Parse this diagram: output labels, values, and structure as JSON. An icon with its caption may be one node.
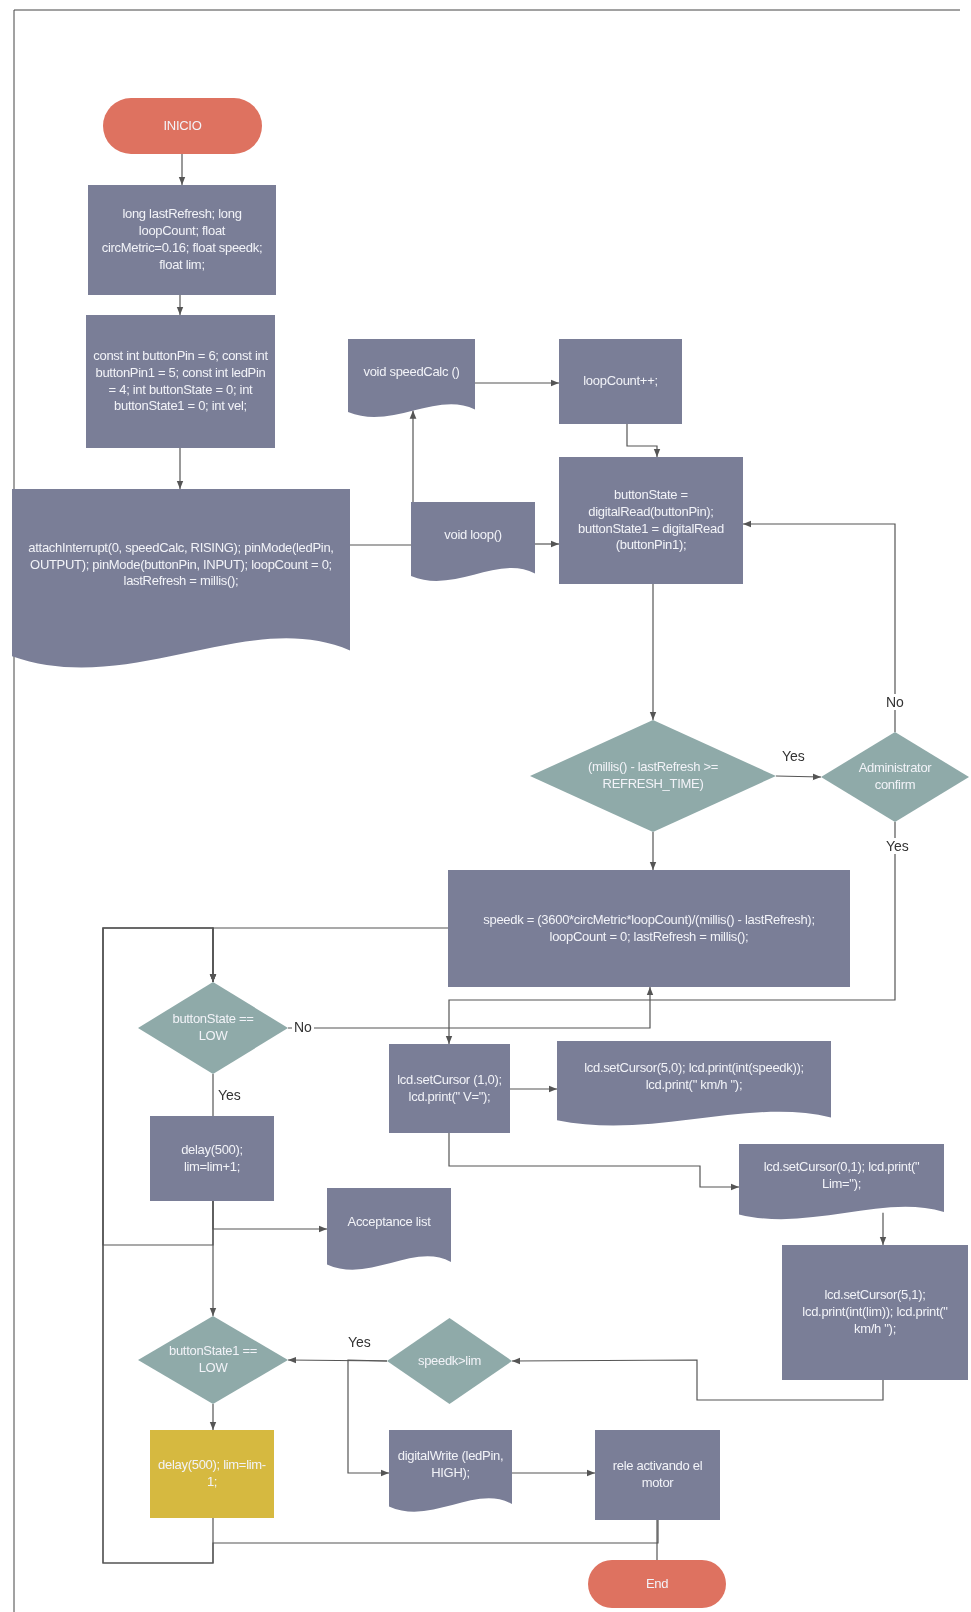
{
  "diagram": {
    "nodes": [
      {
        "text": [
          "INICIO"
        ]
      },
      {
        "text": [
          "long lastRefresh; long loopCount; float circMetric=0.16; float speedk; float lim;"
        ]
      },
      {
        "text": [
          "const int buttonPin = 6; const int buttonPin1 = 5; const int ledPin = 4; int buttonState = 0; int buttonState1 = 0; int vel;"
        ]
      },
      {
        "text": [
          "attachInterrupt(0, speedCalc, RISING); pinMode(ledPin, OUTPUT); pinMode(buttonPin, INPUT); loopCount = 0; lastRefresh = millis();"
        ]
      },
      {
        "text": [
          "void speedCalc ()"
        ]
      },
      {
        "text": [
          "loopCount++;"
        ]
      },
      {
        "text": [
          "void loop()"
        ]
      },
      {
        "text": [
          "buttonState = digitalRead(buttonPin); buttonState1 = digitalRead (buttonPin1);"
        ]
      },
      {
        "text": [
          "(millis() - lastRefresh >= REFRESH_TIME)"
        ]
      },
      {
        "text": [
          "Administrator confirm"
        ]
      },
      {
        "text": [
          "speedk = (3600*circMetric*loopCount)/(millis() - lastRefresh); loopCount = 0; lastRefresh = millis();"
        ]
      },
      {
        "text": [
          "buttonState == LOW"
        ]
      },
      {
        "text": [
          "lcd.setCursor (1,0); lcd.print(\" V=\");"
        ]
      },
      {
        "text": [
          "lcd.setCursor(5,0); lcd.print(int(speedk)); lcd.print(\"   km/h \");"
        ]
      },
      {
        "text": [
          "delay(500); lim=lim+1;"
        ]
      },
      {
        "text": [
          "lcd.setCursor(0,1); lcd.print(\" Lim=\");"
        ]
      },
      {
        "text": [
          "Acceptance list"
        ]
      },
      {
        "text": [
          "lcd.setCursor(5,1); lcd.print(int(lim)); lcd.print(\"   km/h \");"
        ]
      },
      {
        "text": [
          "buttonState1 == LOW"
        ]
      },
      {
        "text": [
          "speedk>lim"
        ]
      },
      {
        "text": [
          "delay(500); lim=lim-1;"
        ]
      },
      {
        "text": [
          "digitalWrite (ledPin, HIGH);"
        ]
      },
      {
        "text": [
          "rele activando el motor"
        ]
      },
      {
        "text": [
          "End"
        ]
      }
    ],
    "edges": [
      {
        "from": 0,
        "to": 1,
        "arrow": "to"
      },
      {
        "from": 1,
        "to": 2,
        "arrow": "to"
      },
      {
        "from": 2,
        "to": 3,
        "arrow": "to"
      },
      {
        "from": 3,
        "to": 6,
        "arrow": "none"
      },
      {
        "from": 6,
        "to": 4,
        "arrow": "to"
      },
      {
        "from": 4,
        "to": 5,
        "arrow": "to"
      },
      {
        "from": 6,
        "to": 7,
        "arrow": "to"
      },
      {
        "from": 5,
        "to": 7,
        "arrow": "to"
      },
      {
        "from": 7,
        "to": 8,
        "arrow": "to"
      },
      {
        "from": 8,
        "to": 9,
        "arrow": "to",
        "label": "Yes"
      },
      {
        "from": 9,
        "to": 7,
        "arrow": "to",
        "label": "No"
      },
      {
        "from": 8,
        "to": 10,
        "arrow": "to"
      },
      {
        "from": 9,
        "to": 12,
        "arrow": "to",
        "label": "Yes"
      },
      {
        "from": 11,
        "to": 10,
        "arrow": "to",
        "label": "No"
      },
      {
        "from": 10,
        "to": 11,
        "arrow": "to"
      },
      {
        "from": 11,
        "to": 14,
        "arrow": "none",
        "label": "Yes"
      },
      {
        "from": 14,
        "to": 16,
        "arrow": "to"
      },
      {
        "from": 14,
        "to": 18,
        "arrow": "to"
      },
      {
        "from": 14,
        "to": 11,
        "arrow": "to"
      },
      {
        "from": 18,
        "to": 20,
        "arrow": "to"
      },
      {
        "from": 19,
        "to": 18,
        "arrow": "to",
        "label": "Yes"
      },
      {
        "from": 19,
        "to": 21,
        "arrow": "to"
      },
      {
        "from": 21,
        "to": 22,
        "arrow": "to"
      },
      {
        "from": 17,
        "to": 19,
        "arrow": "to"
      },
      {
        "from": 15,
        "to": 17,
        "arrow": "to"
      },
      {
        "from": 12,
        "to": 13,
        "arrow": "to"
      },
      {
        "from": 12,
        "to": 15,
        "arrow": "to"
      },
      {
        "from": 20,
        "to": 11,
        "arrow": "to"
      },
      {
        "from": 22,
        "to": 11,
        "arrow": "to"
      },
      {
        "from": 22,
        "to": 23,
        "arrow": "none"
      }
    ]
  }
}
